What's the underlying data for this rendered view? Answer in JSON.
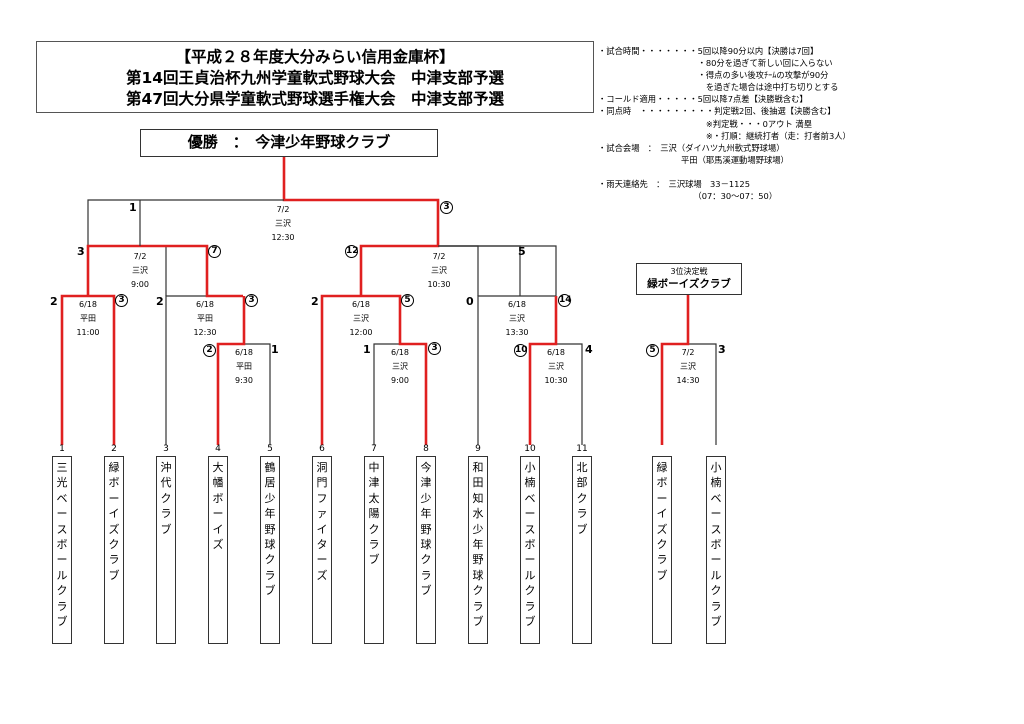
{
  "title": {
    "line1": "【平成２８年度大分みらい信用金庫杯】",
    "line2": "第14回王貞治杯九州学童軟式野球大会　中津支部予選",
    "line3": "第47回大分県学童軟式野球選手権大会　中津支部予選"
  },
  "champion": "優勝　：　今津少年野球クラブ",
  "notes": [
    "・試合時間・・・・・・・5回以降90分以内【決勝は7回】",
    "　　　　　　　　　　　　・80分を過ぎて新しい回に入らない",
    "　　　　　　　　　　　　・得点の多い後攻ﾁｰﾑの攻撃が90分",
    "　　　　　　　　　　　　　を過ぎた場合は途中打ち切りとする",
    "・コールド適用・・・・・5回以降7点差【決勝戦含む】",
    "・同点時　・・・・・・・・・判定戦2回、後抽選【決勝含む】",
    "　　　　　　　　　　　　　※判定戦・・・0アウト 満塁",
    "　　　　　　　　　　　　　※・打順：継続打者（走：打者前3人）",
    "・試合会場　：　三沢（ダイハツ九州軟式野球場）",
    "　　　　　　　　　　平田（耶馬溪運動場野球場）",
    "",
    "・雨天連絡先　：　三沢球場　33－1125",
    "　　　　　　　　　　　　（07：30～07：50）"
  ],
  "third_place": {
    "label": "3位決定戦",
    "winner": "緑ボーイズクラブ"
  },
  "teams": [
    {
      "no": "1",
      "name": "三光ベースボールクラブ"
    },
    {
      "no": "2",
      "name": "緑ボーイズクラブ"
    },
    {
      "no": "3",
      "name": "沖代クラブ"
    },
    {
      "no": "4",
      "name": "大幡ボーイズ"
    },
    {
      "no": "5",
      "name": "鶴居少年野球クラブ"
    },
    {
      "no": "6",
      "name": "洞門ファイターズ"
    },
    {
      "no": "7",
      "name": "中津太陽クラブ"
    },
    {
      "no": "8",
      "name": "今津少年野球クラブ"
    },
    {
      "no": "9",
      "name": "和田知水少年野球クラブ"
    },
    {
      "no": "10",
      "name": "小楠ベースボールクラブ"
    },
    {
      "no": "11",
      "name": "北部クラブ"
    }
  ],
  "third_teams": [
    {
      "name": "緑ボーイズクラブ"
    },
    {
      "name": "小楠ベースボールクラブ"
    }
  ],
  "games": [
    {
      "date": "6/18",
      "venue": "平田",
      "time": "11:00"
    },
    {
      "date": "6/18",
      "venue": "平田",
      "time": "9:30"
    },
    {
      "date": "6/18",
      "venue": "平田",
      "time": "12:30"
    },
    {
      "date": "6/18",
      "venue": "三沢",
      "time": "12:00"
    },
    {
      "date": "6/18",
      "venue": "三沢",
      "time": "9:00"
    },
    {
      "date": "6/18",
      "venue": "三沢",
      "time": "13:30"
    },
    {
      "date": "6/18",
      "venue": "三沢",
      "time": "10:30"
    },
    {
      "date": "7/2",
      "venue": "三沢",
      "time": "9:00"
    },
    {
      "date": "7/2",
      "venue": "三沢",
      "time": "10:30"
    },
    {
      "date": "7/2",
      "venue": "三沢",
      "time": "12:30"
    },
    {
      "date": "7/2",
      "venue": "三沢",
      "time": "14:30"
    }
  ],
  "scores": {
    "g1_left": "2",
    "g1_right": "3",
    "g2_left": "2",
    "g2_right": "1",
    "g3_left": "2",
    "g3_right": "3",
    "g4_left": "2",
    "g4_right": "5",
    "g5_left": "1",
    "g5_right": "3",
    "g6_left": "0",
    "g6_right": "14",
    "g7_left": "10",
    "g7_right": "4",
    "sf1_left": "3",
    "sf1_right": "7",
    "sf2_left": "12",
    "sf2_right": "5",
    "final_left": "1",
    "final_right": "3",
    "third_left": "5",
    "third_right": "3"
  },
  "colors": {
    "winner_line": "#e02020",
    "loser_line": "#333333"
  }
}
